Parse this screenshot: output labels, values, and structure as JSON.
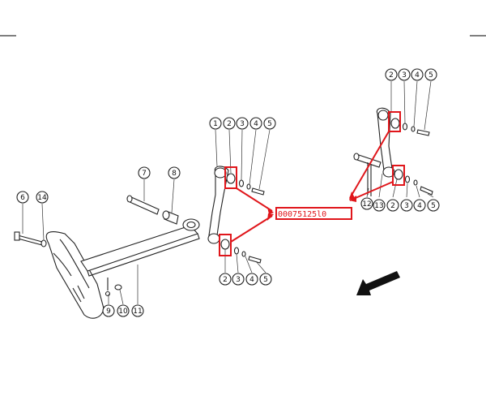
{
  "diagram": {
    "part_reference": "00075125l0",
    "highlight_color": "#e0161b",
    "arrow_icon": "direction-arrow-icon",
    "callouts": {
      "main_1": "1",
      "main_2": "2",
      "main_3": "3",
      "main_4": "4",
      "main_5": "5",
      "mid_7": "7",
      "mid_8": "8",
      "left_6": "6",
      "left_14": "14",
      "bot_9": "9",
      "bot_10": "10",
      "bot_11": "11",
      "low_2": "2",
      "low_3": "3",
      "low_4": "4",
      "low_5": "5",
      "r_top_2": "2",
      "r_top_3": "3",
      "r_top_4": "4",
      "r_top_5": "5",
      "r_12": "12",
      "r_13": "13",
      "r_bot_2": "2",
      "r_bot_3": "3",
      "r_bot_4": "4",
      "r_bot_5": "5"
    }
  }
}
